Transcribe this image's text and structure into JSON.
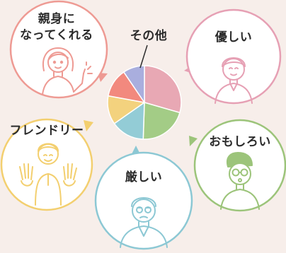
{
  "chart_data": {
    "type": "pie",
    "categories": [
      "優しい",
      "おもしろい",
      "厳しい",
      "フレンドリー",
      "親身になってくれる",
      "その他"
    ],
    "values": [
      28,
      20,
      14,
      12,
      12,
      9
    ],
    "colors": [
      "#e8a8b4",
      "#a3cc86",
      "#93ccd6",
      "#f3d27e",
      "#f2897e",
      "#a9aede"
    ]
  },
  "labels": {
    "shinmi_line1": "親身に",
    "shinmi_line2": "なってくれる",
    "sonota": "その他",
    "yasashii": "優しい",
    "friendly": "フレンドリー",
    "omoshiroi": "おもしろい",
    "kibishii": "厳しい"
  },
  "colors": {
    "pink": "#ee9a93",
    "rose": "#e6a0b4",
    "yellow": "#f3cf6f",
    "green": "#9cc47a",
    "blue": "#8cc8d4"
  },
  "icons": [
    "woman-pointing-icon",
    "young-man-icon",
    "man-waving-hands-icon",
    "man-glasses-icon",
    "elderly-man-icon"
  ]
}
